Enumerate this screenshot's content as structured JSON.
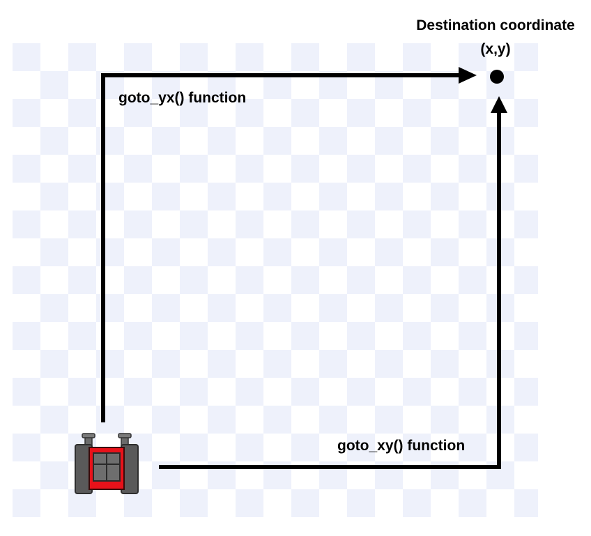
{
  "colors": {
    "checker_light": "#ffffff",
    "checker_dark": "#eef1fb",
    "path_line": "#000000",
    "robot_body": "#e8121a",
    "robot_wheel": "#5a5a5a",
    "robot_frame": "#3f3f3f"
  },
  "destination": {
    "title": "Destination coordinate",
    "coords": "(x,y)",
    "icon": "dot-marker"
  },
  "paths": {
    "yx_label": "goto_yx() function",
    "xy_label": "goto_xy() function"
  },
  "robot": {
    "icon": "robot-icon"
  }
}
